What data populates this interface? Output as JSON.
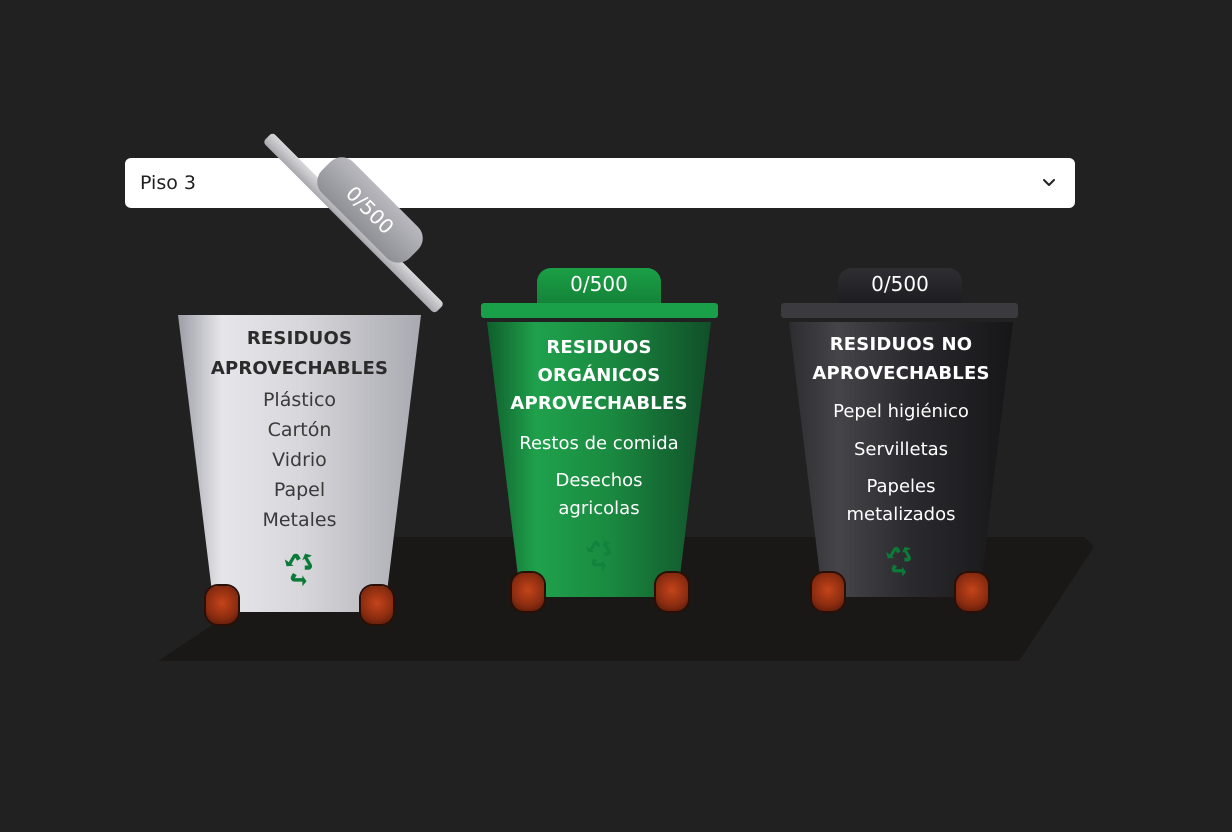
{
  "floor_select": {
    "selected": "Piso 3",
    "chevron_icon": "chevron-down-icon"
  },
  "bins": [
    {
      "counter": "0/500",
      "title_lines": [
        "RESIDUOS",
        "APROVECHABLES"
      ],
      "items": [
        "Plástico",
        "Cartón",
        "Vidrio",
        "Papel",
        "Metales"
      ],
      "icon": "recycle-icon",
      "color": "#d8d8dc",
      "lid_state": "open"
    },
    {
      "counter": "0/500",
      "title_lines": [
        "RESIDUOS",
        "ORGÁNICOS",
        "APROVECHABLES"
      ],
      "items": [
        "Restos de comida",
        "Desechos",
        "agricolas"
      ],
      "icon": "recycle-icon",
      "color": "#1aa048",
      "lid_state": "closed"
    },
    {
      "counter": "0/500",
      "title_lines": [
        "RESIDUOS NO",
        "APROVECHABLES"
      ],
      "items": [
        "Pepel higiénico",
        "Servilletas",
        "Papeles",
        "metalizados"
      ],
      "icon": "recycle-icon",
      "color": "#2c2c31",
      "lid_state": "closed"
    }
  ],
  "colors": {
    "background": "#212121",
    "recycle_icon": "#0c7a38",
    "wheel": "#8a2c10"
  }
}
